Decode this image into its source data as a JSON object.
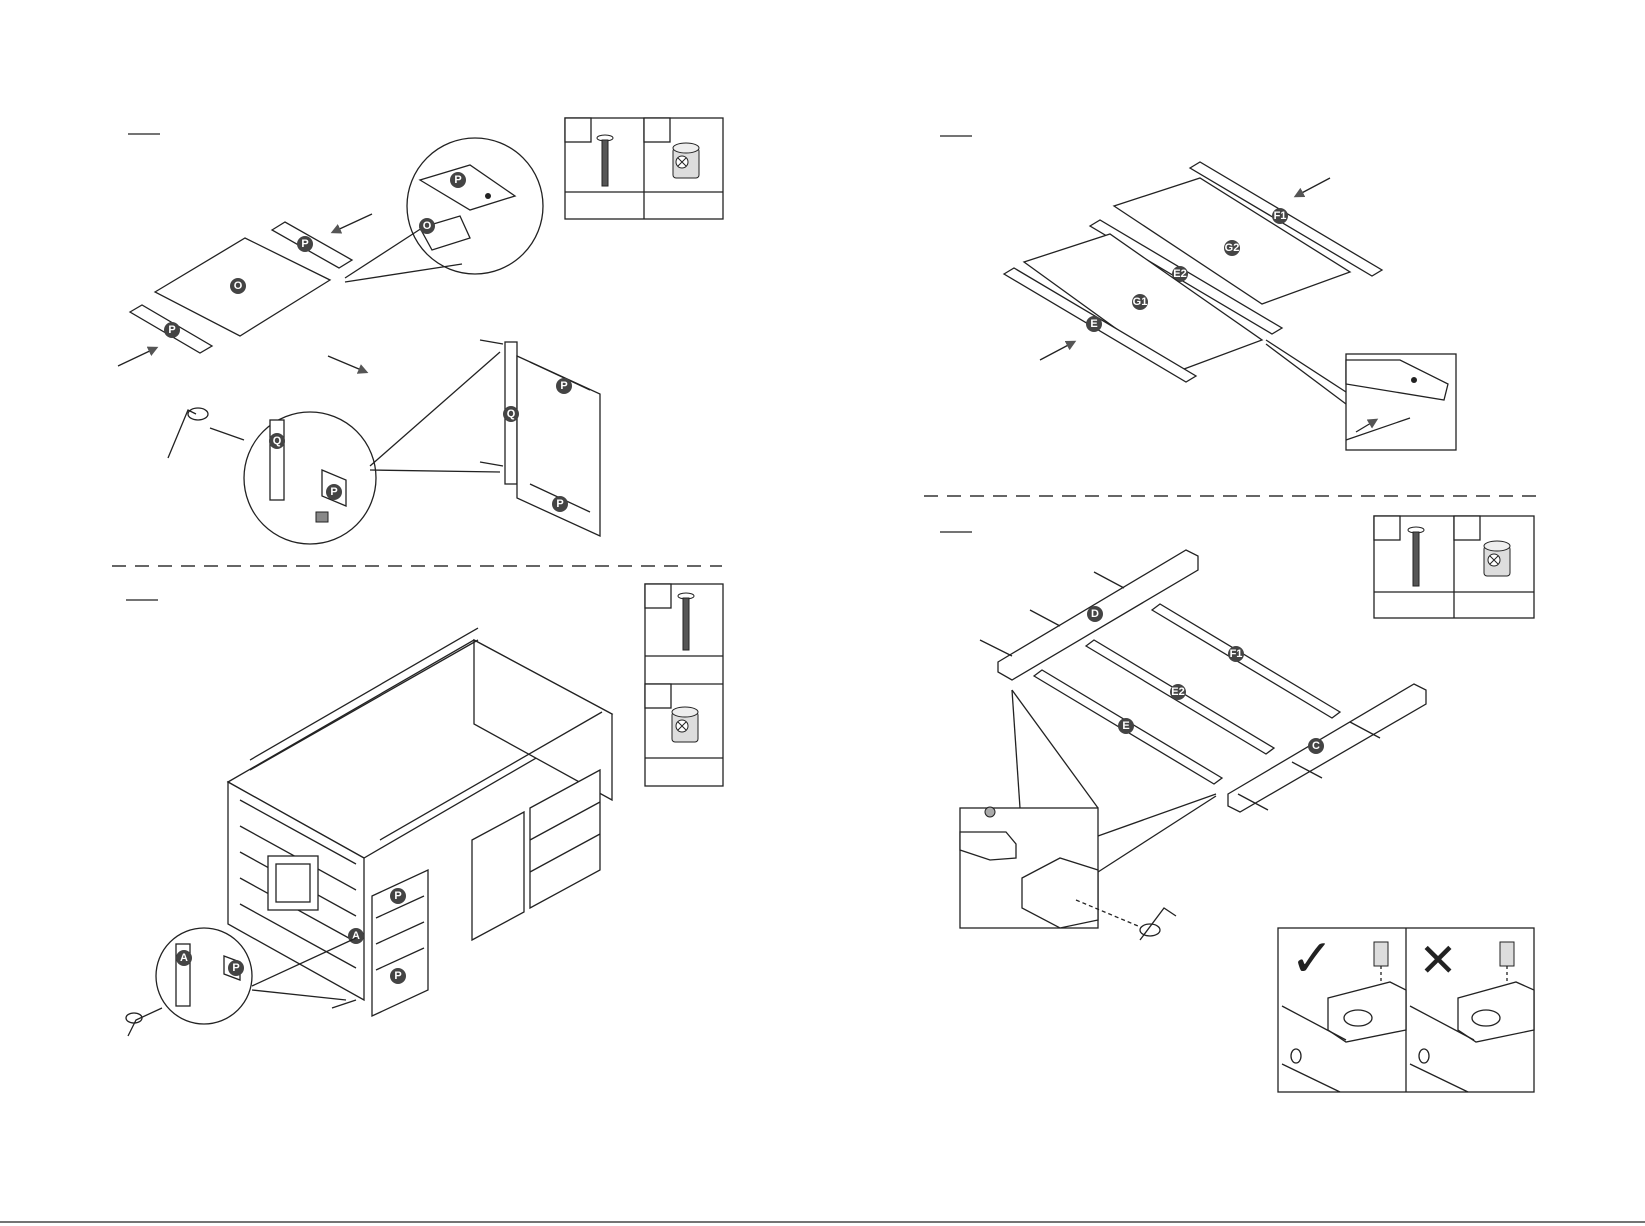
{
  "page": {
    "title": "Assembly instructions",
    "footer_text": "",
    "colors": {
      "line": "#222222",
      "badge": "#444444",
      "arrow": "#555555",
      "background": "#ffffff"
    }
  },
  "step_left_top": {
    "parts": [
      "O",
      "P",
      "P",
      "Q",
      "P",
      "P"
    ],
    "detail_labels": [
      "P",
      "O",
      "Q",
      "P"
    ],
    "hardware": [
      "bolt",
      "barrel-nut"
    ]
  },
  "step_left_bottom": {
    "parts": [
      "A",
      "P",
      "P"
    ],
    "detail_labels": [
      "A",
      "P"
    ],
    "hardware": [
      "bolt",
      "barrel-nut"
    ]
  },
  "step_right_top": {
    "parts": [
      "F1",
      "G2",
      "E2",
      "G1",
      "E"
    ]
  },
  "step_right_bottom": {
    "parts": [
      "D",
      "F1",
      "E2",
      "E",
      "C"
    ],
    "hardware": [
      "bolt",
      "barrel-nut"
    ],
    "correct_symbol": "✓",
    "incorrect_symbol": "✕"
  }
}
